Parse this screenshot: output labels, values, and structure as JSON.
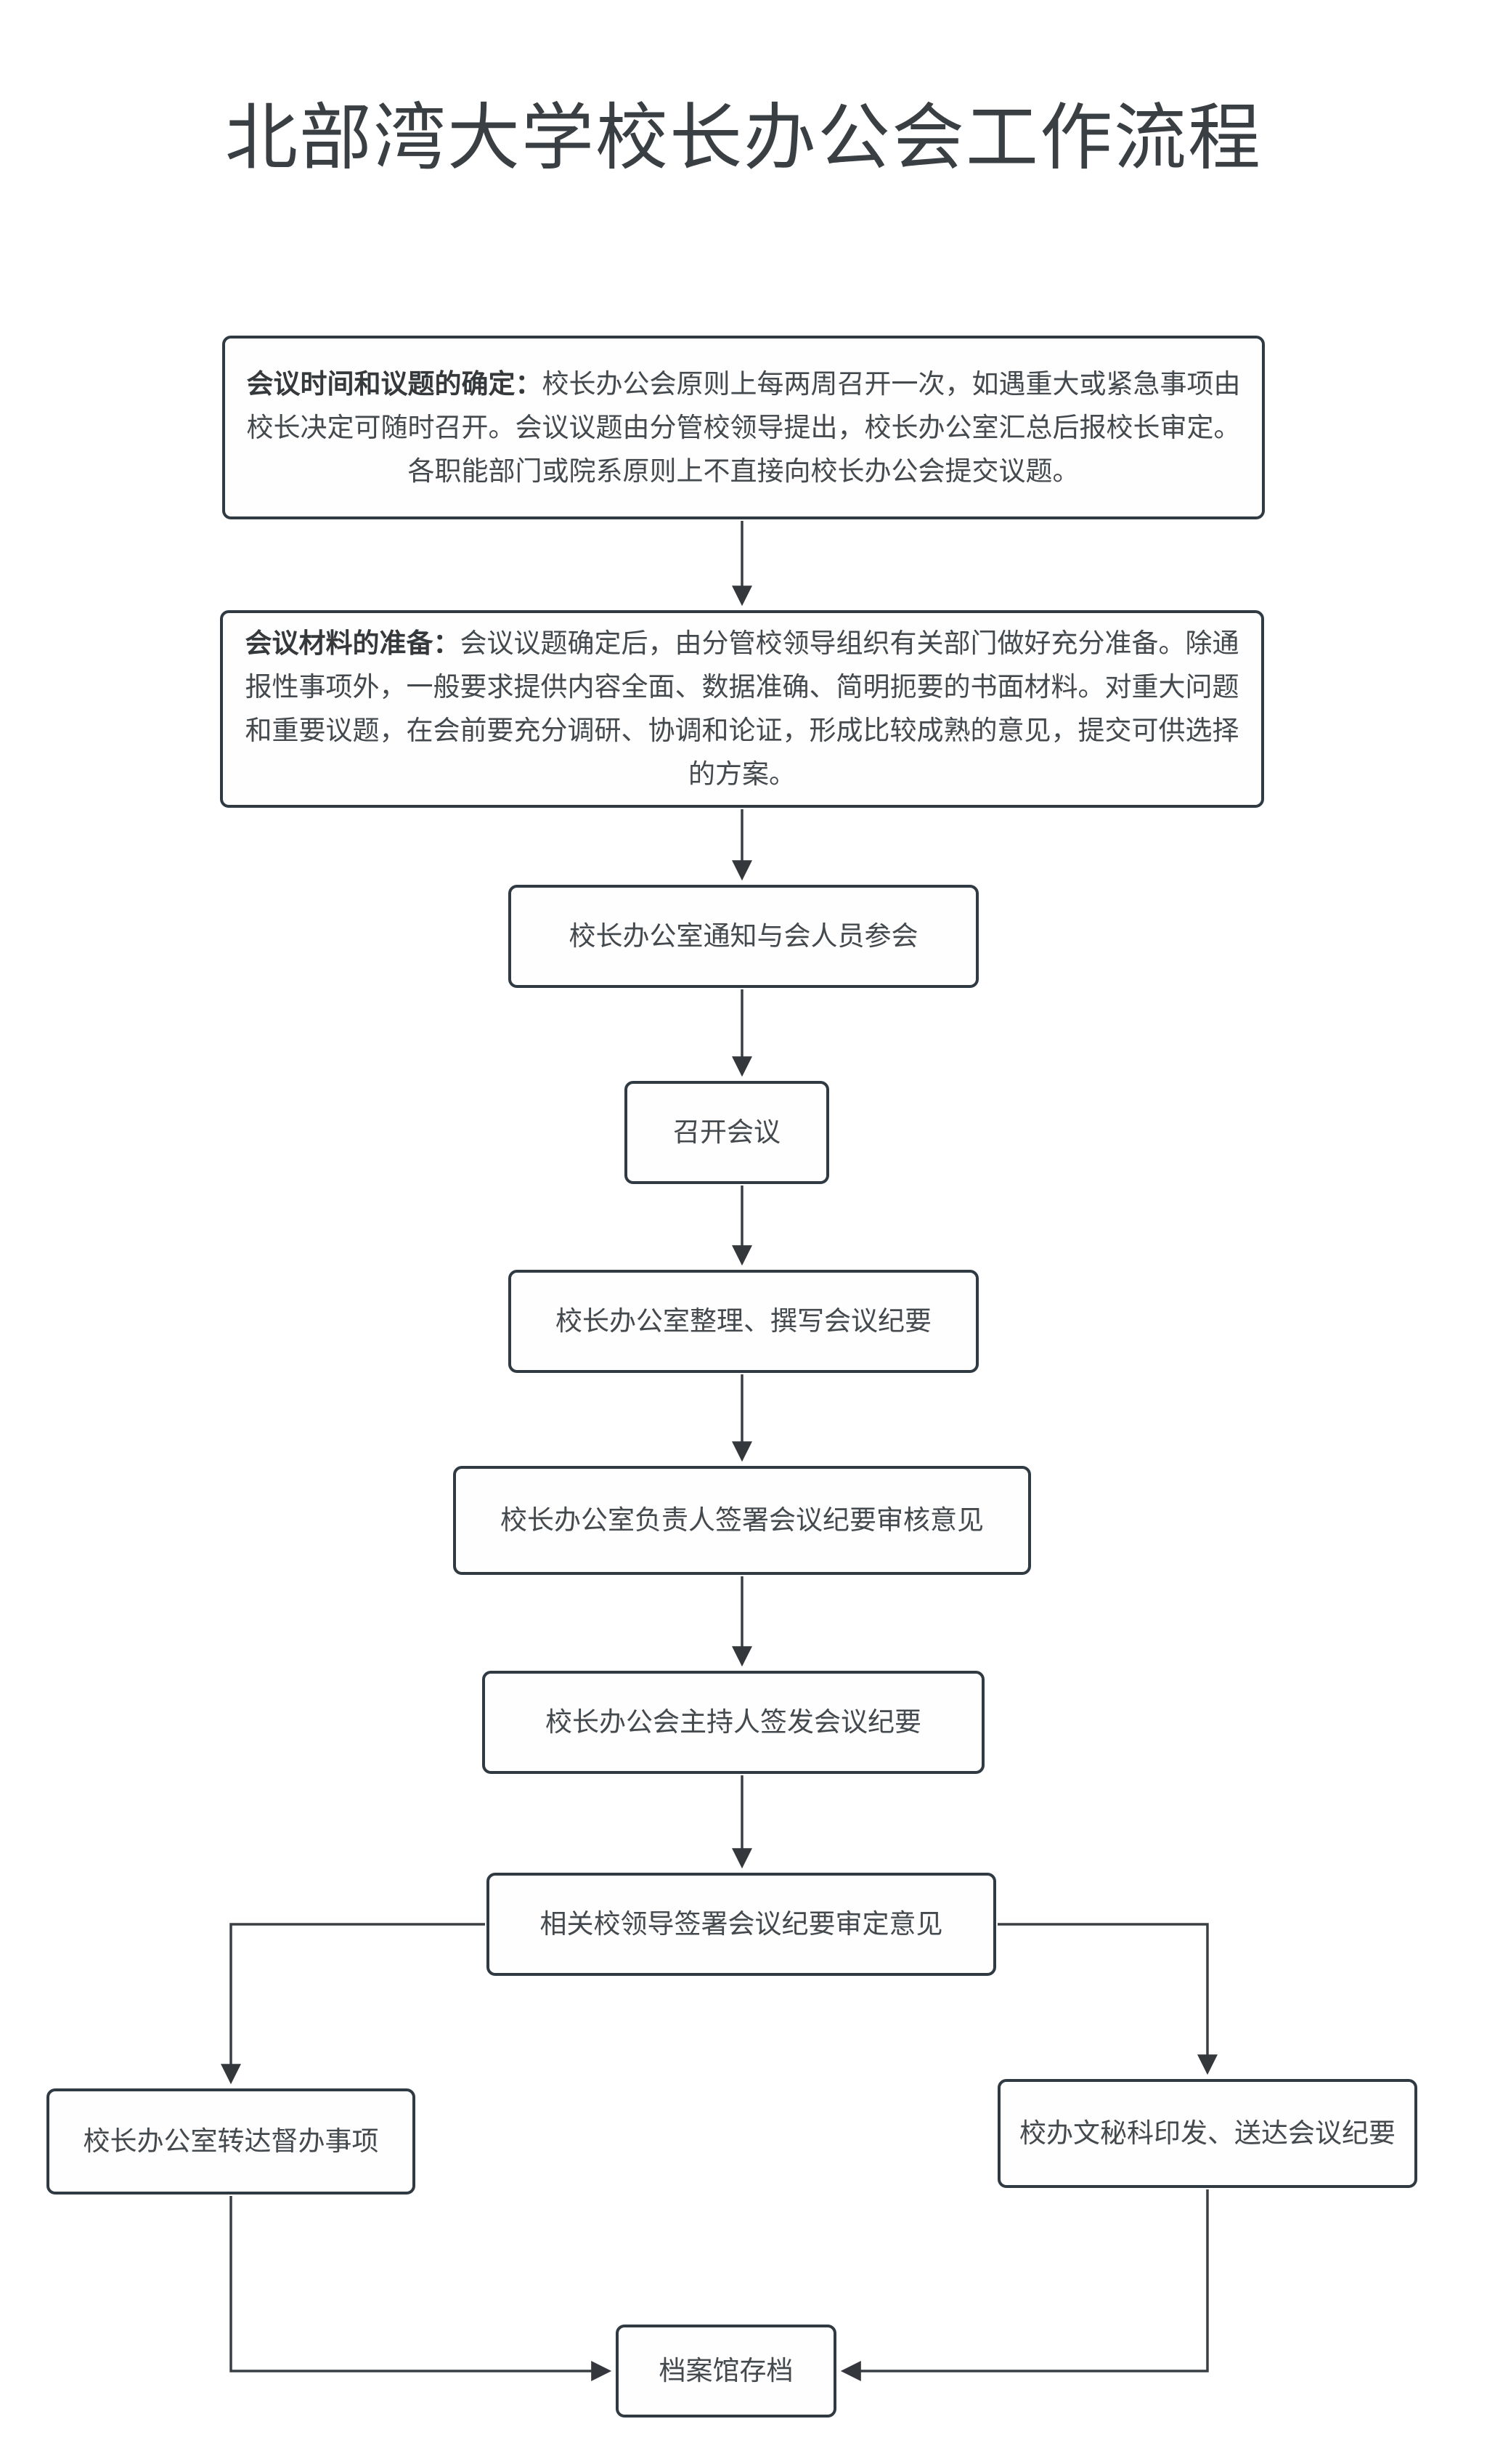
{
  "page": {
    "title": "北部湾大学校长办公会工作流程"
  },
  "flow": {
    "step1": {
      "lead": "会议时间和议题的确定：",
      "body": "校长办公会原则上每两周召开一次，如遇重大或紧急事项由校长决定可随时召开。会议议题由分管校领导提出，校长办公室汇总后报校长审定。各职能部门或院系原则上不直接向校长办公会提交议题。"
    },
    "step2": {
      "lead": "会议材料的准备：",
      "body": "会议议题确定后，由分管校领导组织有关部门做好充分准备。除通报性事项外，一般要求提供内容全面、数据准确、简明扼要的书面材料。对重大问题和重要议题，在会前要充分调研、协调和论证，形成比较成熟的意见，提交可供选择的方案。"
    },
    "step3": "校长办公室通知与会人员参会",
    "step4": "召开会议",
    "step5": "校长办公室整理、撰写会议纪要",
    "step6": "校长办公室负责人签署会议纪要审核意见",
    "step7": "校长办公会主持人签发会议纪要",
    "step8": "相关校领导签署会议纪要审定意见",
    "step9_left": "校长办公室转达督办事项",
    "step9_right": "校办文秘科印发、送达会议纪要",
    "step10": "档案馆存档"
  },
  "colors": {
    "box_border": "#303a43",
    "box_fill": "#fefefe",
    "text": "#44494e",
    "title_text": "#3a3f44",
    "connector": "#3a3f44",
    "background": "#ffffff"
  }
}
